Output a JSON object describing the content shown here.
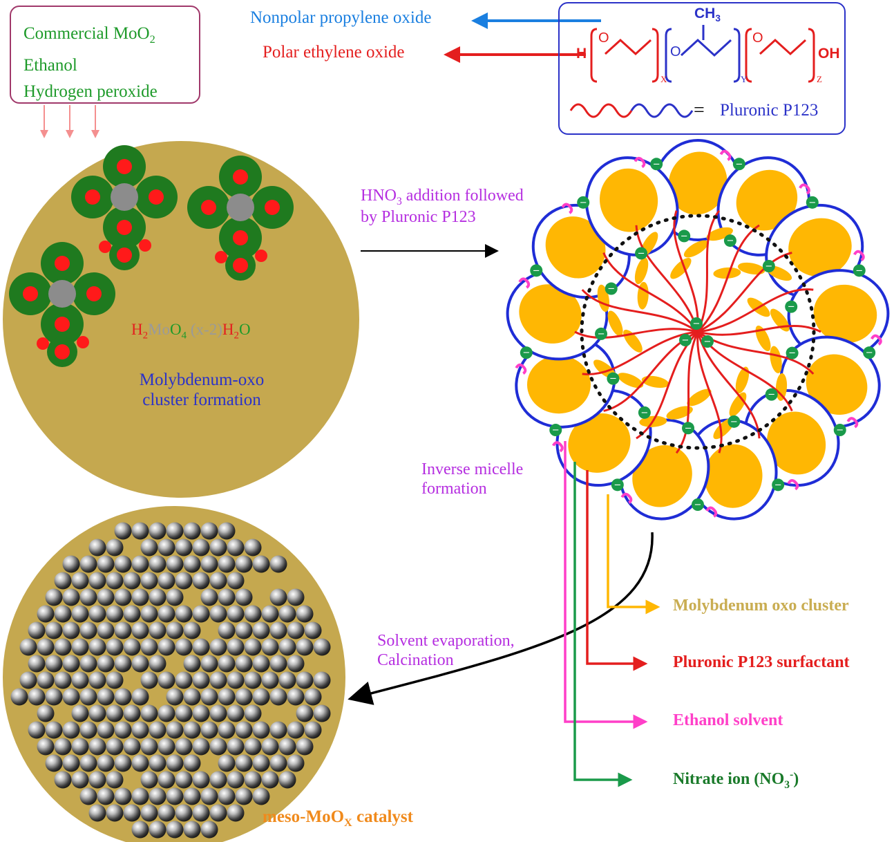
{
  "reagents": [
    "Commercial MoO",
    "Ethanol",
    "Hydrogen peroxide"
  ],
  "reagent_sub": "2",
  "polymer": {
    "nonpolar": "Nonpolar propylene oxide",
    "polar": "Polar ethylene oxide",
    "ch3": "CH",
    "ch3_sub": "3",
    "h": "H",
    "oh": "OH",
    "o": "O",
    "idx_x": "X",
    "idx_y": "Y",
    "idx_z": "Z",
    "equals": "=",
    "name": "Pluronic P123"
  },
  "steps": {
    "hno3_prefix": "HNO",
    "hno3_sub": "3",
    "hno3_suffix": " addition followed",
    "hno3_line2": "by Pluronic P123",
    "inverse_1": "Inverse micelle",
    "inverse_2": "formation",
    "evap_1": "Solvent evaporation,",
    "evap_2": "Calcination"
  },
  "formula": {
    "h": "H",
    "h_sub": "2",
    "mo": "Mo",
    "o": "O",
    "o_sub": "4",
    "mid": " (x-2)",
    "h2": "H",
    "h2_sub": "2",
    "o2": "O"
  },
  "cluster_label_1": "Molybdenum-oxo",
  "cluster_label_2": "cluster formation",
  "legend": {
    "oxo": "Molybdenum oxo cluster",
    "p123": "Pluronic P123 surfactant",
    "ethanol": "Ethanol solvent",
    "nitrate_prefix": "Nitrate ion (NO",
    "nitrate_sub": "3",
    "nitrate_sup": "-",
    "nitrate_suffix": ")"
  },
  "catalyst_prefix": "meso-MoO",
  "catalyst_sub": "X",
  "catalyst_suffix": " catalyst",
  "nitrate_symbol": "−",
  "colors": {
    "green": "#1e9a2a",
    "blue": "#2b32c8",
    "red": "#e41e1e",
    "sky": "#1a7fe0",
    "purple": "#b52ee0",
    "gold": "#ffb703",
    "khaki": "#c9ad52",
    "magenta": "#ff3fc8",
    "orange": "#f08a1c"
  }
}
